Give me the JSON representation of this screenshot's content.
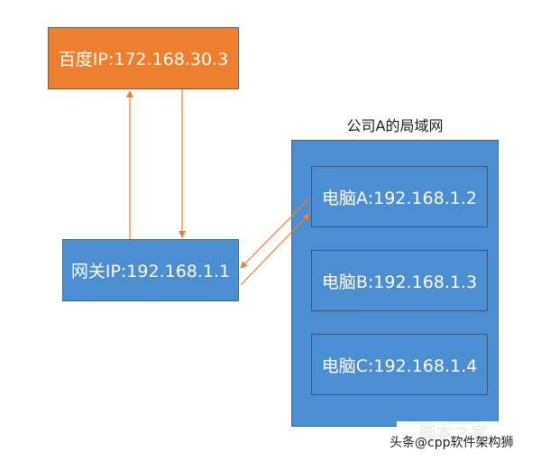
{
  "lan": {
    "title": "公司A的局域网"
  },
  "nodes": {
    "baidu": "百度IP:172.168.30.3",
    "gateway": "网关IP:192.168.1.1",
    "pc_a": "电脑A:192.168.1.2",
    "pc_b": "电脑B:192.168.1.3",
    "pc_c": "电脑C:192.168.1.4"
  },
  "colors": {
    "internet_node": "#ee7f2e",
    "lan_node": "#4b8ed2",
    "arrow": "#ee7f2e"
  },
  "watermark": {
    "text": "头条@cpp软件架构狮",
    "ghost": "脚本之家"
  }
}
